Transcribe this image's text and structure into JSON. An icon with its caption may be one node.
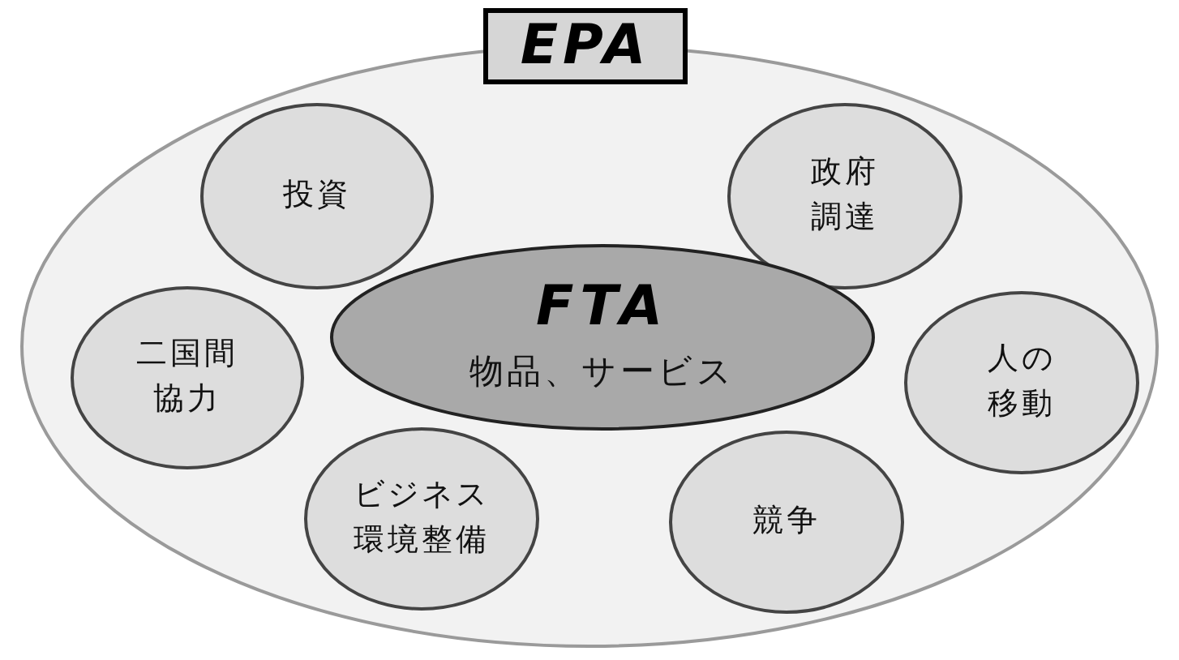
{
  "diagram": {
    "nodes": [
      {
        "text": [
          "EPA"
        ]
      },
      {
        "text": [
          "投資"
        ],
        "in": 0
      },
      {
        "text": [
          "政府調達"
        ],
        "in": 0
      },
      {
        "text": [
          "FTA",
          "物品、サービス"
        ],
        "in": 0
      },
      {
        "text": [
          "二国間協力"
        ],
        "in": 0
      },
      {
        "text": [
          "人の移動"
        ],
        "in": 0
      },
      {
        "text": [
          "ビジネス環境整備"
        ],
        "in": 0
      },
      {
        "text": [
          "競争"
        ],
        "in": 0
      }
    ]
  }
}
